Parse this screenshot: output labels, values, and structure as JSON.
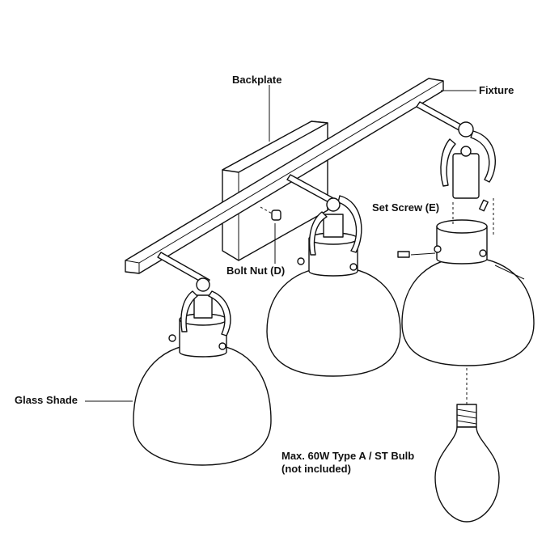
{
  "labels": {
    "backplate": "Backplate",
    "fixture": "Fixture",
    "set_screw": "Set Screw (E)",
    "bolt_nut": "Bolt Nut (D)",
    "glass_shade": "Glass Shade",
    "bulb_line1": "Max. 60W Type A / ST Bulb",
    "bulb_line2": "(not included)"
  }
}
